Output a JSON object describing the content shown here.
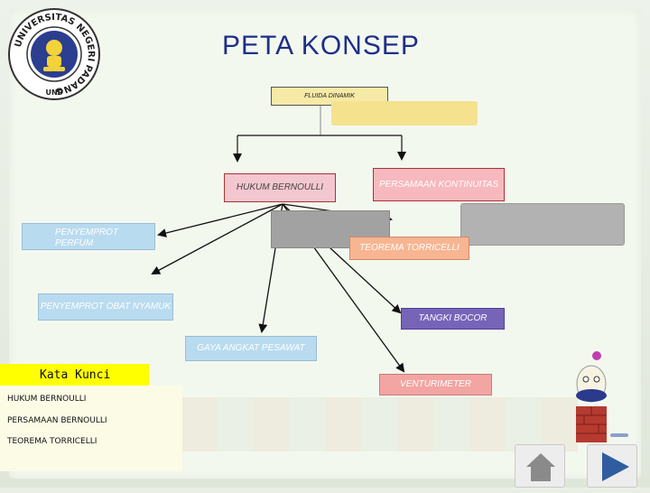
{
  "slide": {
    "title": "PETA KONSEP",
    "logo_text": "UNIVERSITAS NEGERI PADANG",
    "logo_abbr": "UNP"
  },
  "nodes": {
    "fluida": "FLUIDA DINAMIK",
    "bernoulli": "HUKUM BERNOULLI",
    "kontinuitas": "PERSAMAAN KONTINUITAS",
    "parfum": "PENYEMPROT PERFUM",
    "torricelli": "TEOREMA TORRICELLI",
    "nyamuk": "PENYEMPROT OBAT NYAMUK",
    "bocor": "TANGKI BOCOR",
    "pesawat": "GAYA ANGKAT PESAWAT",
    "venturi": "VENTURIMETER"
  },
  "kata_kunci": {
    "heading": "Kata Kunci",
    "items": [
      "HUKUM BERNOULLI",
      "PERSAMAAN BERNOULLI",
      "TEOREMA TORRICELLI"
    ]
  },
  "nav": {
    "home_icon": "home-icon",
    "next_icon": "play-next-icon"
  },
  "colors": {
    "title": "#1e2e8a",
    "kata_kunci_bg": "#ffff00",
    "tangki_bocor": "#7664b8"
  }
}
